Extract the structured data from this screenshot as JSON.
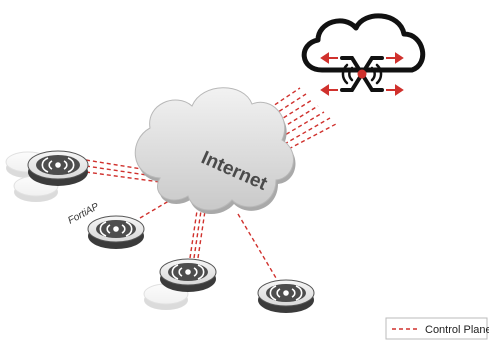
{
  "diagram": {
    "cloud_label": "Internet",
    "ap_label": "FortiAP",
    "legend": {
      "label": "Control Plane",
      "line_color": "#d0312d"
    },
    "colors": {
      "control_plane": "#d0312d",
      "cloud_fill": "#dcdcdc",
      "device_fill": "#4d4d4d"
    },
    "icons": {
      "controller": "cloud-controller-icon",
      "access_point": "wifi-access-point-icon"
    }
  }
}
